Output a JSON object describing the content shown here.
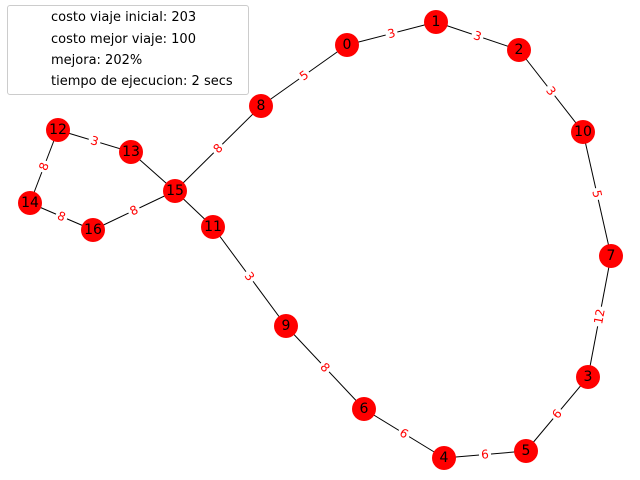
{
  "legend": {
    "initial_cost": "costo viaje inicial: 203",
    "best_cost": "costo mejor viaje: 100",
    "improvement": "mejora: 202%",
    "runtime": "tiempo de ejecucion: 2 secs"
  },
  "graph": {
    "node_color": "#ff0000",
    "edge_color": "#000000",
    "edge_label_color": "#ff0000",
    "nodes": [
      "0",
      "1",
      "2",
      "3",
      "4",
      "5",
      "6",
      "7",
      "8",
      "9",
      "10",
      "11",
      "12",
      "13",
      "14",
      "15",
      "16"
    ],
    "edges": [
      {
        "source": "0",
        "target": "1",
        "weight": "3"
      },
      {
        "source": "1",
        "target": "2",
        "weight": "3"
      },
      {
        "source": "2",
        "target": "10",
        "weight": "3"
      },
      {
        "source": "10",
        "target": "7",
        "weight": "5"
      },
      {
        "source": "7",
        "target": "3",
        "weight": "12"
      },
      {
        "source": "3",
        "target": "5",
        "weight": "6"
      },
      {
        "source": "5",
        "target": "4",
        "weight": "6"
      },
      {
        "source": "4",
        "target": "6",
        "weight": "6"
      },
      {
        "source": "6",
        "target": "9",
        "weight": "8"
      },
      {
        "source": "9",
        "target": "11",
        "weight": "3"
      },
      {
        "source": "11",
        "target": "15",
        "weight": ""
      },
      {
        "source": "15",
        "target": "13",
        "weight": ""
      },
      {
        "source": "13",
        "target": "12",
        "weight": "3"
      },
      {
        "source": "12",
        "target": "14",
        "weight": "8"
      },
      {
        "source": "14",
        "target": "16",
        "weight": "8"
      },
      {
        "source": "16",
        "target": "15",
        "weight": "8"
      },
      {
        "source": "15",
        "target": "8",
        "weight": "8"
      },
      {
        "source": "8",
        "target": "0",
        "weight": "5"
      }
    ]
  }
}
